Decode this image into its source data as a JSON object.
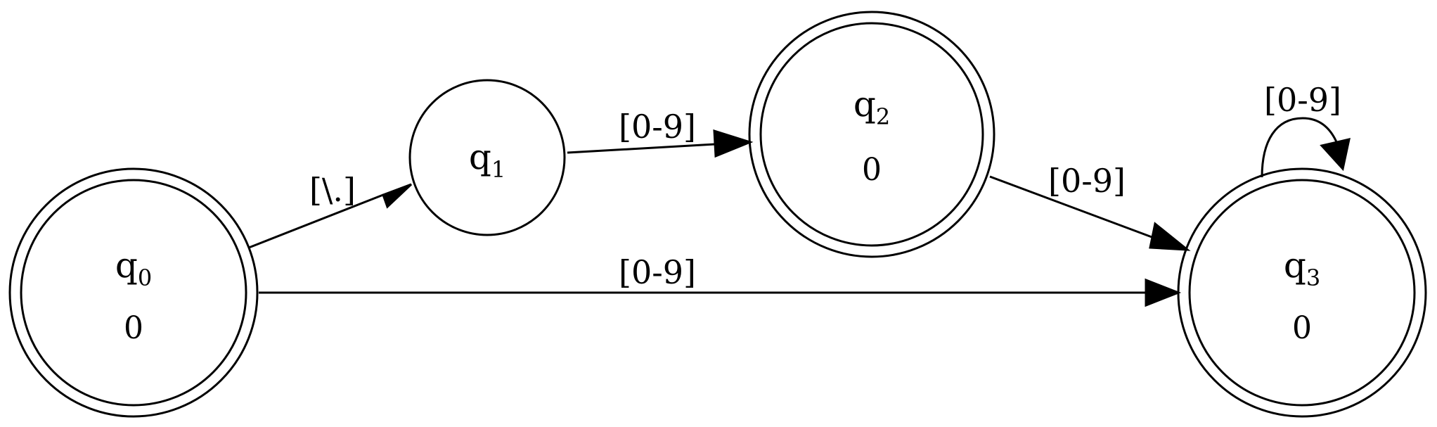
{
  "states": [
    {
      "id": "q0",
      "name": "q",
      "index": "0",
      "value": "0",
      "accepting": true
    },
    {
      "id": "q1",
      "name": "q",
      "index": "1",
      "value": "",
      "accepting": false
    },
    {
      "id": "q2",
      "name": "q",
      "index": "2",
      "value": "0",
      "accepting": true
    },
    {
      "id": "q3",
      "name": "q",
      "index": "3",
      "value": "0",
      "accepting": true
    }
  ],
  "transitions": [
    {
      "from": "q0",
      "to": "q1",
      "label": "[\\.]"
    },
    {
      "from": "q1",
      "to": "q2",
      "label": "[0-9]"
    },
    {
      "from": "q2",
      "to": "q3",
      "label": "[0-9]"
    },
    {
      "from": "q0",
      "to": "q3",
      "label": "[0-9]"
    },
    {
      "from": "q3",
      "to": "q3",
      "label": "[0-9]"
    }
  ],
  "colors": {
    "stroke": "#000000",
    "background": "#ffffff"
  }
}
